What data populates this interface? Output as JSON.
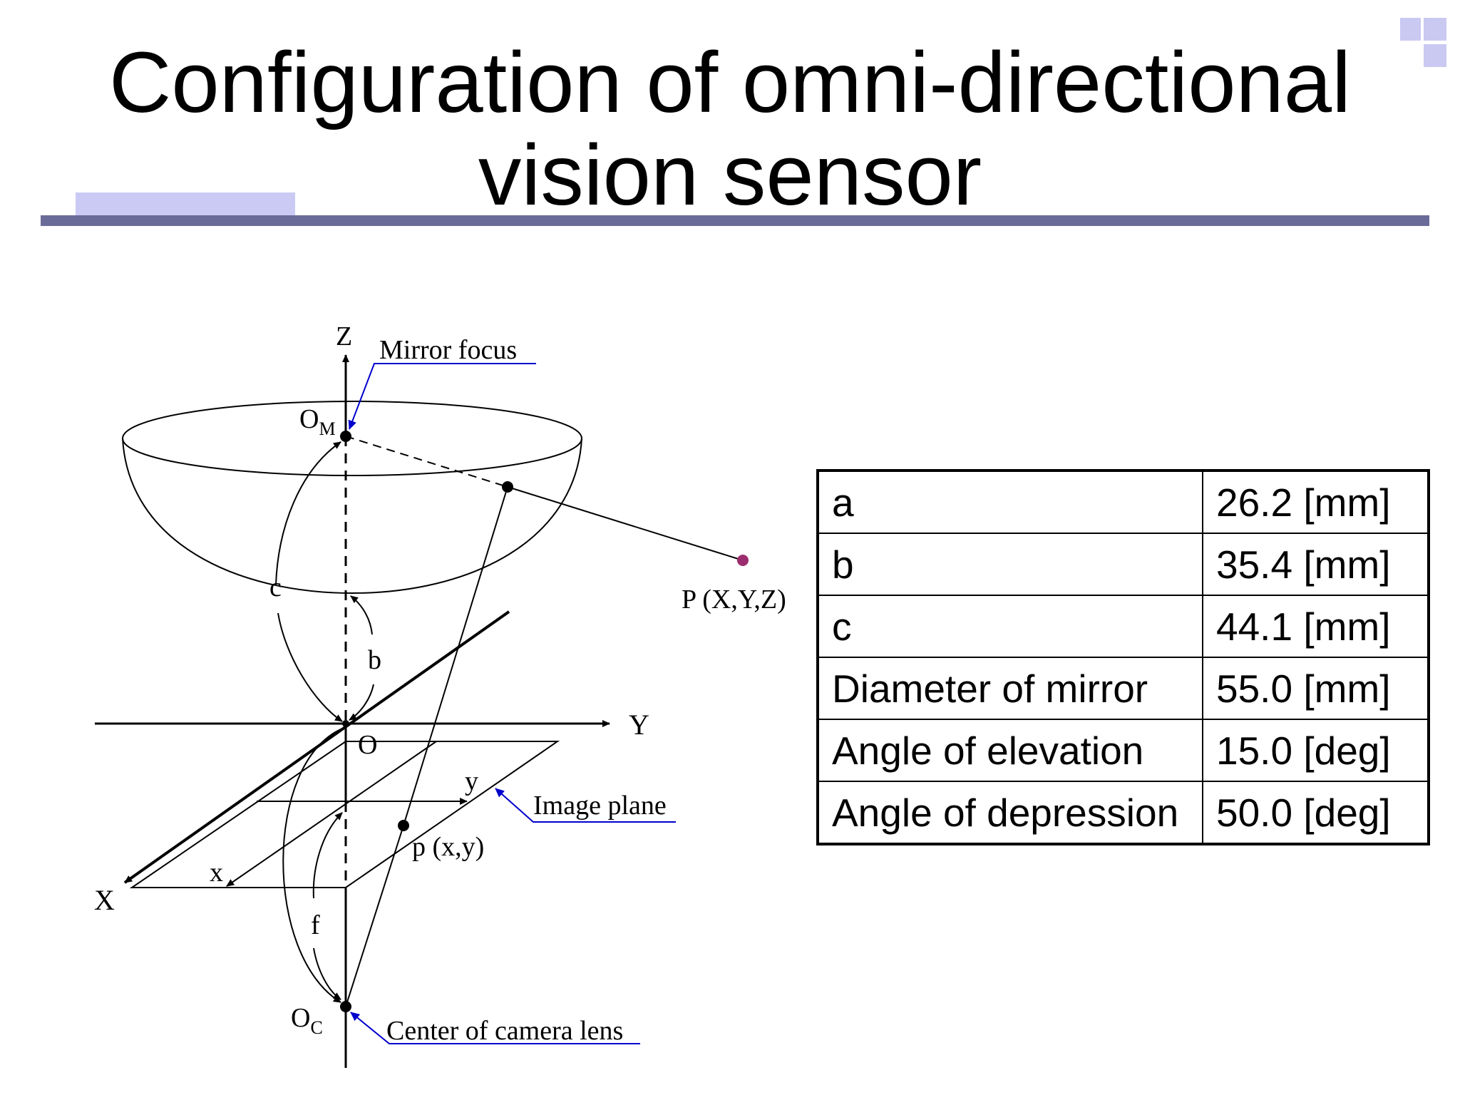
{
  "slide": {
    "title_line1": "Configuration of omni-directional",
    "title_line2": "vision sensor"
  },
  "diagram": {
    "labels": {
      "z_axis": "Z",
      "y_axis": "Y",
      "x_axis": "X",
      "origin": "O",
      "mirror_focus": "Mirror focus",
      "om": "O",
      "om_sub": "M",
      "oc": "O",
      "oc_sub": "C",
      "c": "c",
      "b": "b",
      "f": "f",
      "y_img": "y",
      "x_img": "x",
      "image_plane": "Image plane",
      "world_point": "P (X,Y,Z)",
      "image_point": "p (x,y)",
      "camera_center": "Center of camera lens"
    },
    "colors": {
      "leader": "#0000cc",
      "world_point": "#9b2d6e",
      "line": "#000000"
    }
  },
  "table": {
    "rows": [
      {
        "param": "a",
        "value": "26.2 [mm]"
      },
      {
        "param": "b",
        "value": "35.4 [mm]"
      },
      {
        "param": "c",
        "value": "44.1 [mm]"
      },
      {
        "param": "Diameter of mirror",
        "value": "55.0 [mm]"
      },
      {
        "param": "Angle of elevation",
        "value": "15.0 [deg]"
      },
      {
        "param": "Angle of depression",
        "value": "50.0 [deg]"
      }
    ]
  },
  "theme": {
    "accent_light": "#cacaf5",
    "accent_dark": "#6b6b9a"
  }
}
